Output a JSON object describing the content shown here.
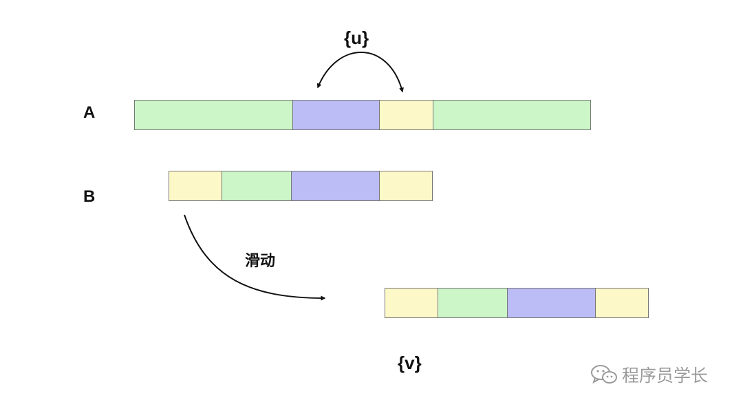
{
  "labels": {
    "row_a": "A",
    "row_b": "B",
    "set_u": "{u}",
    "set_v": "{v}",
    "slide": "滑动"
  },
  "strips": {
    "a": [
      "green",
      "purple",
      "yellow",
      "green"
    ],
    "b": [
      "yellow",
      "green",
      "purple",
      "yellow"
    ],
    "b_shifted": [
      "yellow",
      "green",
      "purple",
      "yellow"
    ]
  },
  "colors": {
    "green": "#ccf6c8",
    "purple": "#bcbcf6",
    "yellow": "#fcf8c8",
    "border": "#777777",
    "arrow": "#111111"
  },
  "watermark": {
    "icon": "wechat-icon",
    "text": "程序员学长"
  }
}
